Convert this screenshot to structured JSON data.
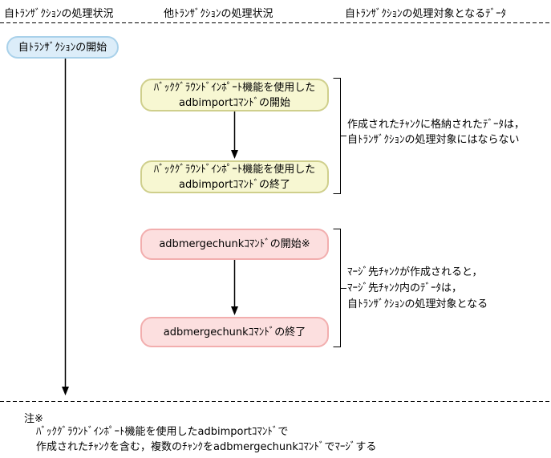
{
  "columns": {
    "self_status": "自ﾄﾗﾝｻﾞｸｼｮﾝの処理状況",
    "other_status": "他ﾄﾗﾝｻﾞｸｼｮﾝの処理状況",
    "target_data": "自ﾄﾗﾝｻﾞｸｼｮﾝの処理対象となるﾃﾞｰﾀ"
  },
  "nodes": {
    "self_txn_start": "自ﾄﾗﾝｻﾞｸｼｮﾝの開始",
    "import_start": {
      "line1": "ﾊﾞｯｸｸﾞﾗｳﾝﾄﾞｲﾝﾎﾟｰﾄ機能を使用した",
      "line2": "adbimportｺﾏﾝﾄﾞの開始"
    },
    "import_end": {
      "line1": "ﾊﾞｯｸｸﾞﾗｳﾝﾄﾞｲﾝﾎﾟｰﾄ機能を使用した",
      "line2": "adbimportｺﾏﾝﾄﾞの終了"
    },
    "merge_start": "adbmergechunkｺﾏﾝﾄﾞの開始※",
    "merge_end": "adbmergechunkｺﾏﾝﾄﾞの終了"
  },
  "annotations": {
    "import": {
      "line1": "作成されたﾁｬﾝｸに格納されたﾃﾞｰﾀは，",
      "line2": "自ﾄﾗﾝｻﾞｸｼｮﾝの処理対象にはならない"
    },
    "merge": {
      "line1": "ﾏｰｼﾞ先ﾁｬﾝｸが作成されると，",
      "line2": "ﾏｰｼﾞ先ﾁｬﾝｸ内のﾃﾞｰﾀは，",
      "line3": "自ﾄﾗﾝｻﾞｸｼｮﾝの処理対象となる"
    }
  },
  "footnote": {
    "label": "注※",
    "line1": "ﾊﾞｯｸｸﾞﾗｳﾝﾄﾞｲﾝﾎﾟｰﾄ機能を使用したadbimportｺﾏﾝﾄﾞで",
    "line2": "作成されたﾁｬﾝｸを含む，複数のﾁｬﾝｸをadbmergechunkｺﾏﾝﾄﾞでﾏｰｼﾞする"
  },
  "colors": {
    "self_box_fill": "#dcedf9",
    "self_box_border": "#a9d1ea",
    "import_box_fill": "#f7f7d2",
    "import_box_border": "#cfcf8c",
    "merge_box_fill": "#fcdfdf",
    "merge_box_border": "#f2aeae",
    "line_color": "#000000"
  }
}
